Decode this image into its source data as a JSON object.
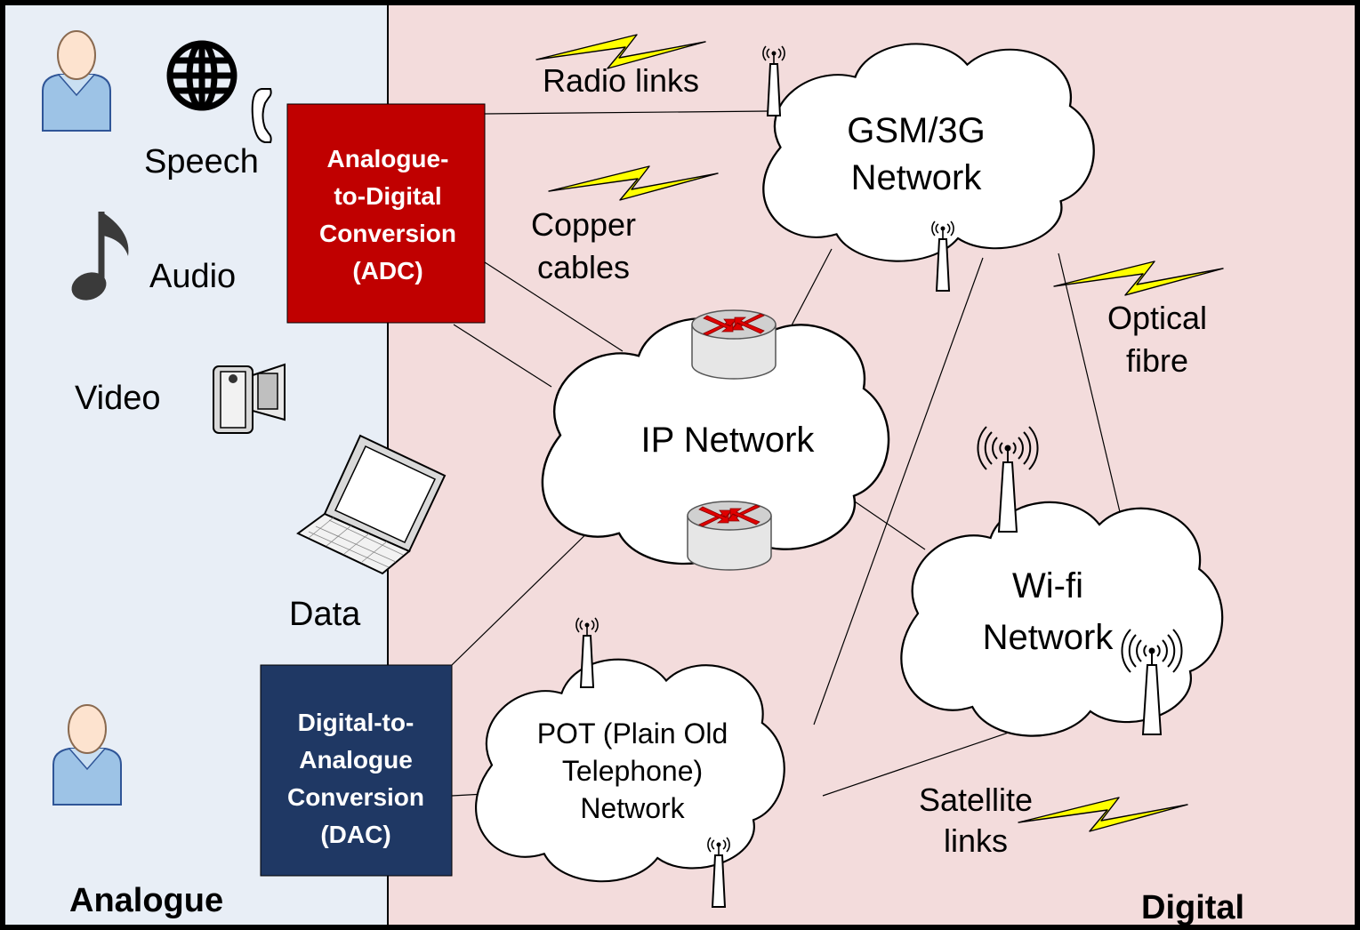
{
  "regions": {
    "analogue_label": "Analogue",
    "digital_label": "Digital"
  },
  "media": {
    "speech": "Speech",
    "audio": "Audio",
    "video": "Video",
    "data": "Data"
  },
  "adc": {
    "lines": [
      "Analogue-",
      "to-Digital",
      "Conversion",
      "(ADC)"
    ]
  },
  "dac": {
    "lines": [
      "Digital-to-",
      "Analogue",
      "Conversion",
      "(DAC)"
    ]
  },
  "networks": {
    "gsm": [
      "GSM/3G",
      "Network"
    ],
    "ip": [
      "IP Network"
    ],
    "wifi": [
      "Wi-fi",
      "Network"
    ],
    "pot": [
      "POT (Plain Old",
      "Telephone)",
      "Network"
    ]
  },
  "links": {
    "radio": [
      "Radio links"
    ],
    "copper": [
      "Copper",
      "cables"
    ],
    "optical": [
      "Optical",
      "fibre"
    ],
    "satellite": [
      "Satellite",
      "links"
    ]
  },
  "colors": {
    "analogue_bg": "#e8eef6",
    "digital_bg": "#f3dcdc",
    "adc_fill": "#c00000",
    "dac_fill": "#1f3864",
    "lightning": "#ffff00"
  },
  "icons": [
    "user-icon",
    "globe-icon",
    "telephone-icon",
    "music-note-icon",
    "video-camera-icon",
    "laptop-icon",
    "antenna-icon",
    "router-icon",
    "lightning-icon"
  ]
}
